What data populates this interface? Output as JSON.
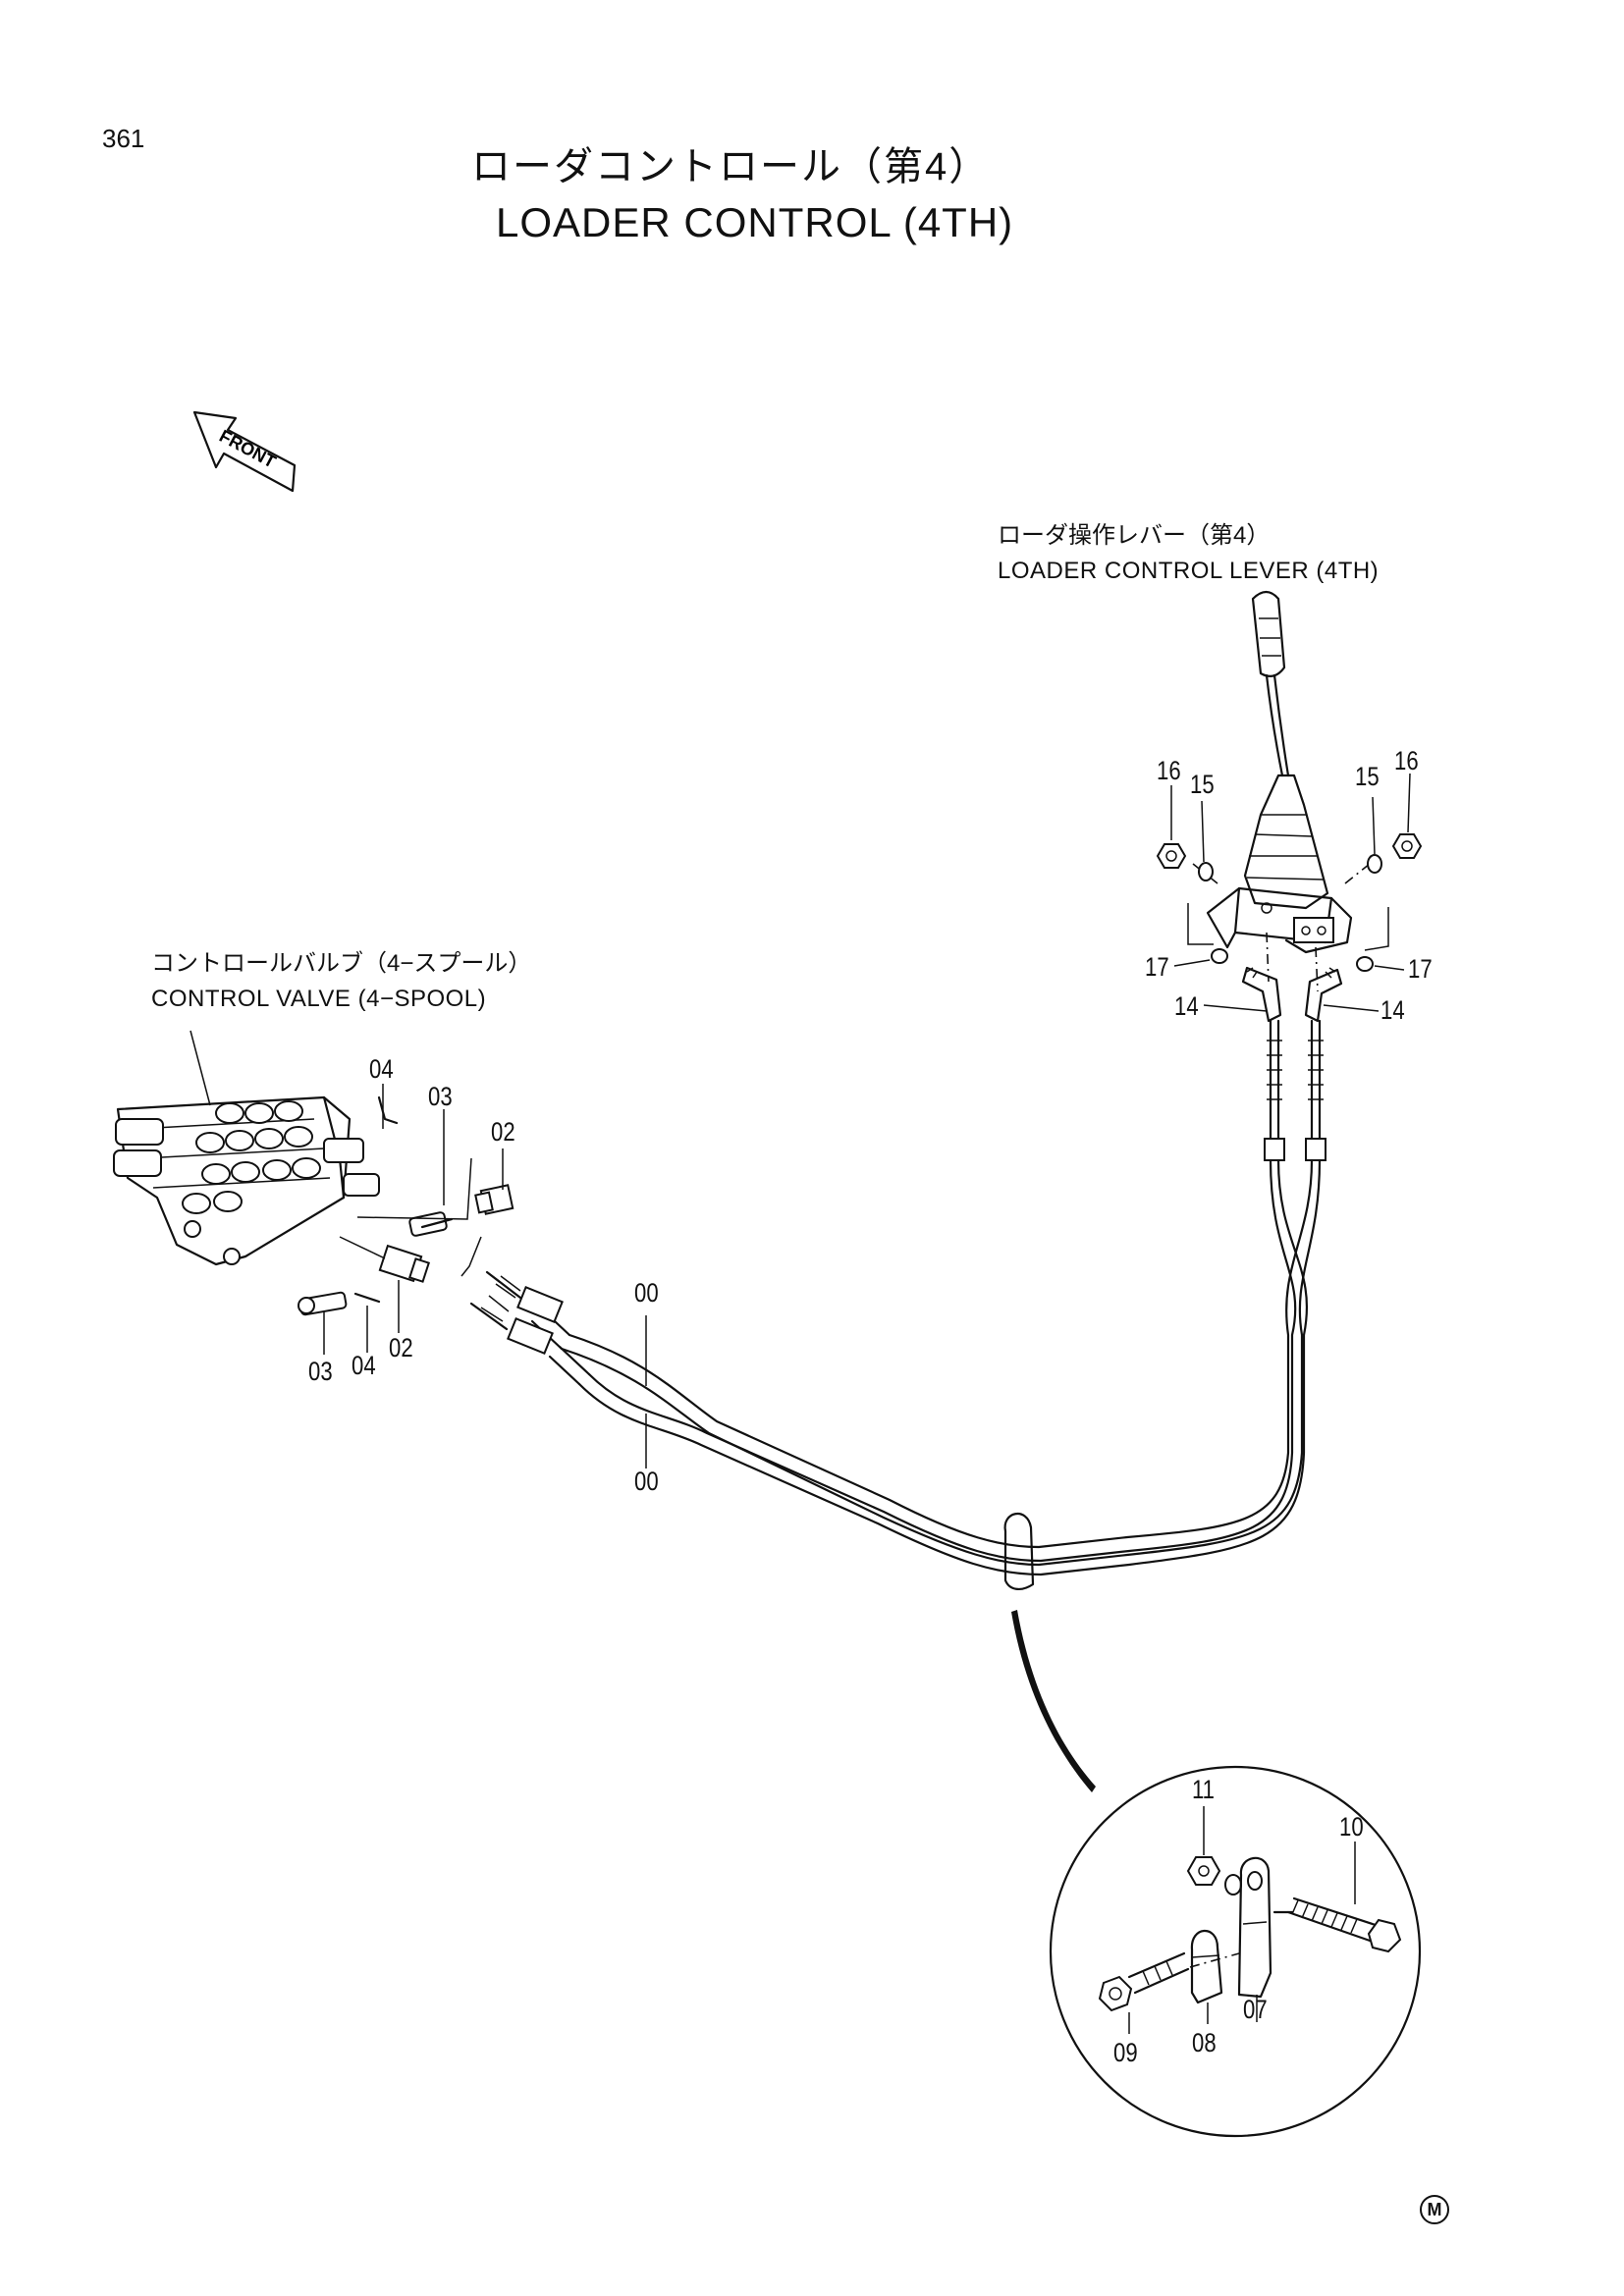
{
  "page": {
    "number": "361"
  },
  "title": {
    "jp": "ローダコントロール（第4）",
    "en": "LOADER CONTROL (4TH)"
  },
  "front_marker": {
    "label": "FRONT",
    "icon": "front-arrow-icon"
  },
  "components": {
    "lever": {
      "jp": "ローダ操作レバー（第4）",
      "en": "LOADER CONTROL LEVER (4TH)"
    },
    "valve": {
      "jp": "コントロールバルブ（4−スプール）",
      "en": "CONTROL VALVE (4−SPOOL)"
    }
  },
  "callouts": {
    "lever_16_left": "16",
    "lever_15_left": "15",
    "lever_15_right": "15",
    "lever_16_right": "16",
    "lever_17_left": "17",
    "lever_17_right": "17",
    "lever_14_left": "14",
    "lever_14_right": "14",
    "valve_04_top": "04",
    "valve_03_top": "03",
    "valve_02_top": "02",
    "valve_03_bottom": "03",
    "valve_04_bottom": "04",
    "valve_02_bottom": "02",
    "cable_00_top": "00",
    "cable_00_bottom": "00",
    "clamp_11": "11",
    "clamp_10": "10",
    "clamp_07": "07",
    "clamp_08": "08",
    "clamp_09": "09"
  },
  "footer_mark": "M"
}
